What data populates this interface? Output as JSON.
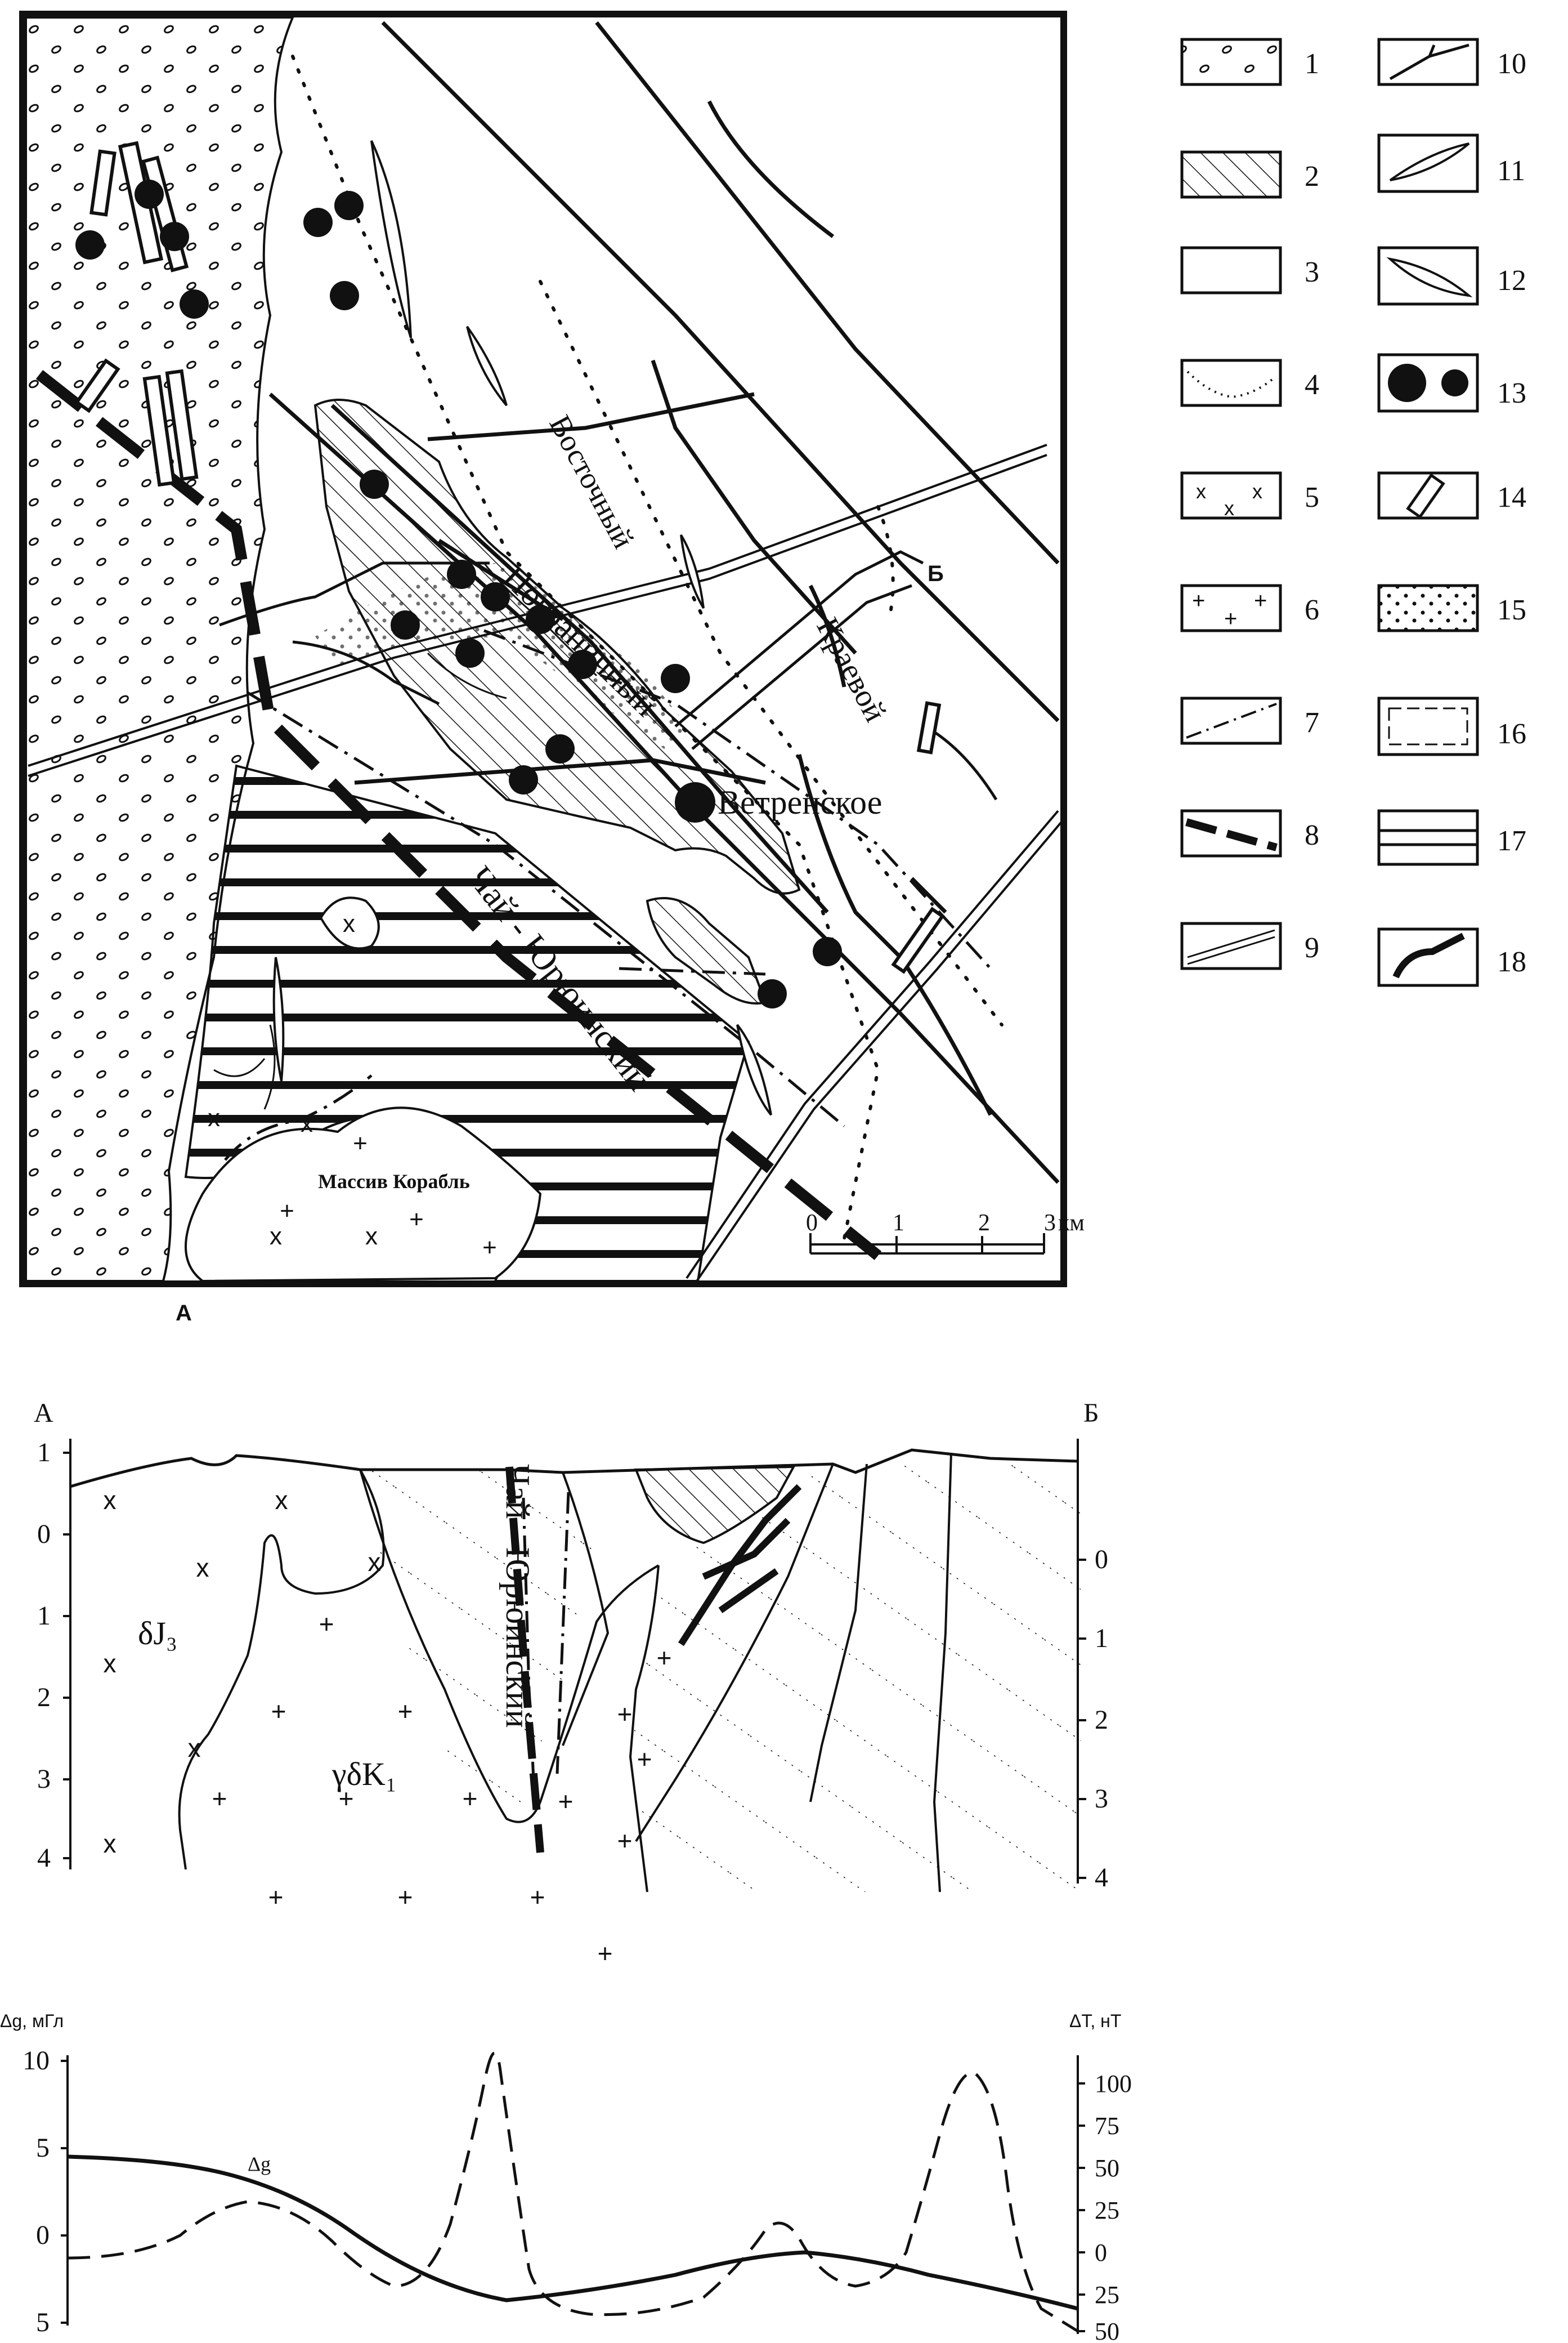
{
  "map": {
    "fault_labels": {
      "vostochny": "Восточный",
      "pogranichny": "Пограничный",
      "kraevoy": "Краевой",
      "chay_yuryuinsky": "Чай - Юрюинский"
    },
    "deposit_label": "Ветренское",
    "massif_label": "Массив Корабль",
    "point_a": "А",
    "point_b": "Б",
    "scale": {
      "ticks": [
        "0",
        "1",
        "2",
        "3"
      ],
      "unit": "км"
    }
  },
  "legend": {
    "items": [
      {
        "num": "1"
      },
      {
        "num": "2"
      },
      {
        "num": "3"
      },
      {
        "num": "4"
      },
      {
        "num": "5"
      },
      {
        "num": "6"
      },
      {
        "num": "7"
      },
      {
        "num": "8"
      },
      {
        "num": "9"
      },
      {
        "num": "10"
      },
      {
        "num": "11"
      },
      {
        "num": "12"
      },
      {
        "num": "13"
      },
      {
        "num": "14"
      },
      {
        "num": "15"
      },
      {
        "num": "16"
      },
      {
        "num": "17"
      },
      {
        "num": "18"
      }
    ]
  },
  "section": {
    "end_a": "А",
    "end_b": "Б",
    "left_ticks": [
      "1",
      "0",
      "1",
      "2",
      "3",
      "4"
    ],
    "right_ticks": [
      "0",
      "1",
      "2",
      "3",
      "4"
    ],
    "rock_label_1": "δJ₃",
    "rock_label_2": "γδK₁",
    "fault_label": "Чай - Юрюинский"
  },
  "profile": {
    "left_axis_label": "Δg, мГл",
    "right_axis_label": "ΔT, нТ",
    "left_ticks": [
      "10",
      "5",
      "0",
      "5"
    ],
    "right_ticks": [
      "100",
      "75",
      "50",
      "25",
      "0",
      "25",
      "50"
    ],
    "curve_label": "Δg"
  }
}
